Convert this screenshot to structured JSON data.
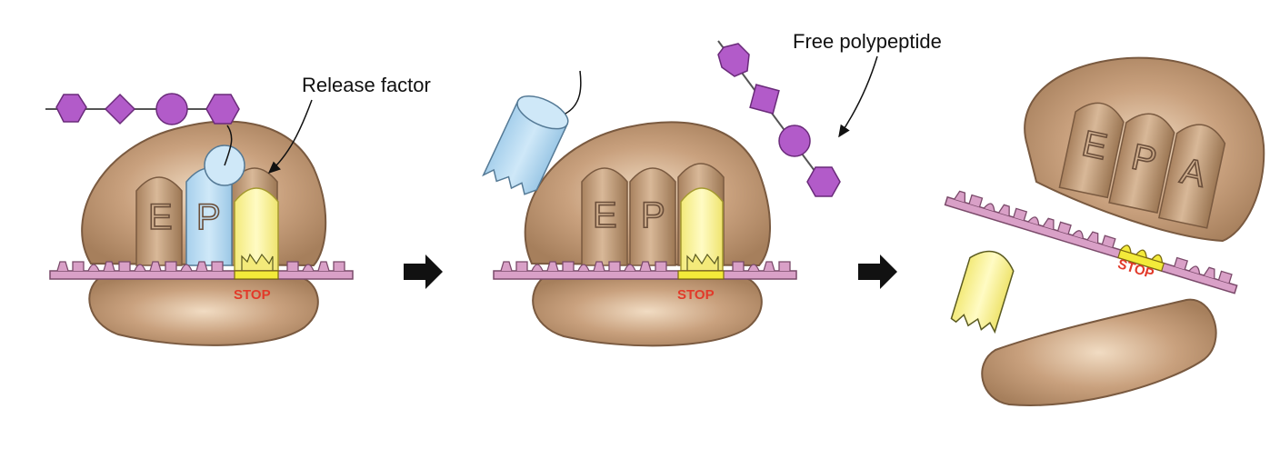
{
  "labels": {
    "release_factor": "Release factor",
    "free_polypeptide": "Free polypeptide",
    "stop": "STOP",
    "site_e": "E",
    "site_p": "P",
    "site_a": "A"
  },
  "colors": {
    "ribosome": "#b58f6c",
    "ribosome_stroke": "#7a5a40",
    "mrna": "#d9a0c7",
    "amino_acid": "#b25bc9",
    "trna": "#b8dcf2",
    "release_factor": "#fbf59a",
    "stop_text": "#e23a2a",
    "arrow": "#111111"
  },
  "icons": [
    "right-arrow-icon"
  ]
}
